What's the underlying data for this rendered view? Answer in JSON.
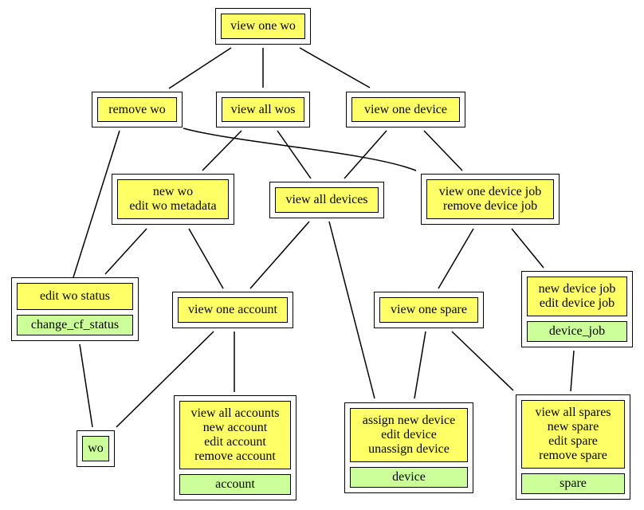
{
  "colors": {
    "yellow": "#ffff66",
    "green": "#ccff99",
    "stroke": "#000000"
  },
  "nodes": [
    {
      "id": "view-one-wo",
      "yellow": [
        "view one wo"
      ],
      "green": []
    },
    {
      "id": "remove-wo",
      "yellow": [
        "remove wo"
      ],
      "green": []
    },
    {
      "id": "view-all-wos",
      "yellow": [
        "view all wos"
      ],
      "green": []
    },
    {
      "id": "view-one-device",
      "yellow": [
        "view one device"
      ],
      "green": []
    },
    {
      "id": "new-edit-wo",
      "yellow": [
        "new wo",
        "edit wo metadata"
      ],
      "green": []
    },
    {
      "id": "view-all-devices",
      "yellow": [
        "view all devices"
      ],
      "green": []
    },
    {
      "id": "view-one-device-job",
      "yellow": [
        "view one device job",
        "remove device job"
      ],
      "green": []
    },
    {
      "id": "edit-wo-status",
      "yellow": [
        "edit wo status"
      ],
      "green": [
        "change_cf_status"
      ]
    },
    {
      "id": "view-one-account",
      "yellow": [
        "view one account"
      ],
      "green": []
    },
    {
      "id": "view-one-spare",
      "yellow": [
        "view one spare"
      ],
      "green": []
    },
    {
      "id": "device-job",
      "yellow": [
        "new device job",
        "edit device job"
      ],
      "green": [
        "device_job"
      ]
    },
    {
      "id": "wo",
      "yellow": [],
      "green": [
        "wo"
      ]
    },
    {
      "id": "account",
      "yellow": [
        "view all accounts",
        "new account",
        "edit account",
        "remove account"
      ],
      "green": [
        "account"
      ]
    },
    {
      "id": "device",
      "yellow": [
        "assign new device",
        "edit device",
        "unassign device"
      ],
      "green": [
        "device"
      ]
    },
    {
      "id": "spare",
      "yellow": [
        "view all spares",
        "new spare",
        "edit spare",
        "remove spare"
      ],
      "green": [
        "spare"
      ]
    }
  ]
}
